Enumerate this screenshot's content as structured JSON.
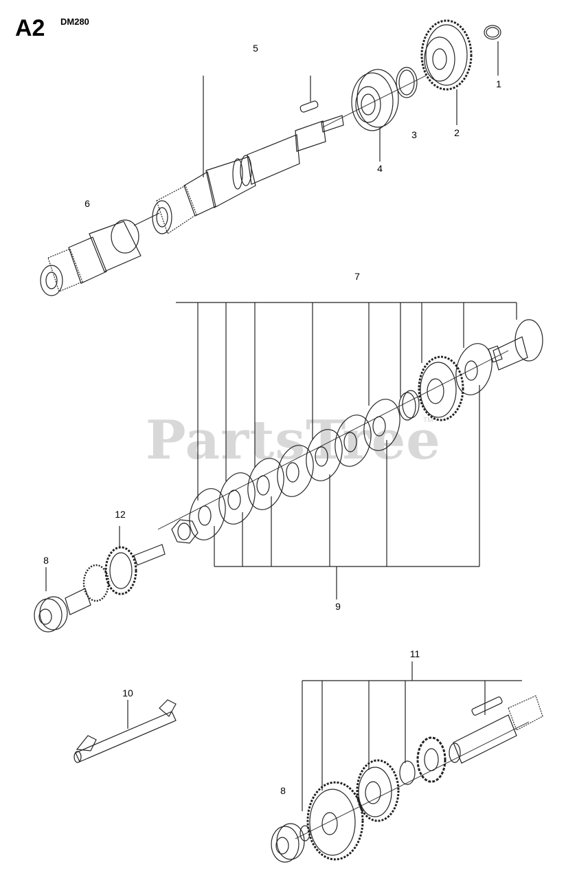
{
  "header": {
    "code": "A2",
    "model": "DM280"
  },
  "watermark": {
    "text": "PartsTree",
    "tm": "TM"
  },
  "callouts": {
    "c1": "1",
    "c2": "2",
    "c3": "3",
    "c4": "4",
    "c5": "5",
    "c6": "6",
    "c7": "7",
    "c8a": "8",
    "c8b": "8",
    "c9": "9",
    "c10": "10",
    "c11": "11",
    "c12": "12"
  }
}
